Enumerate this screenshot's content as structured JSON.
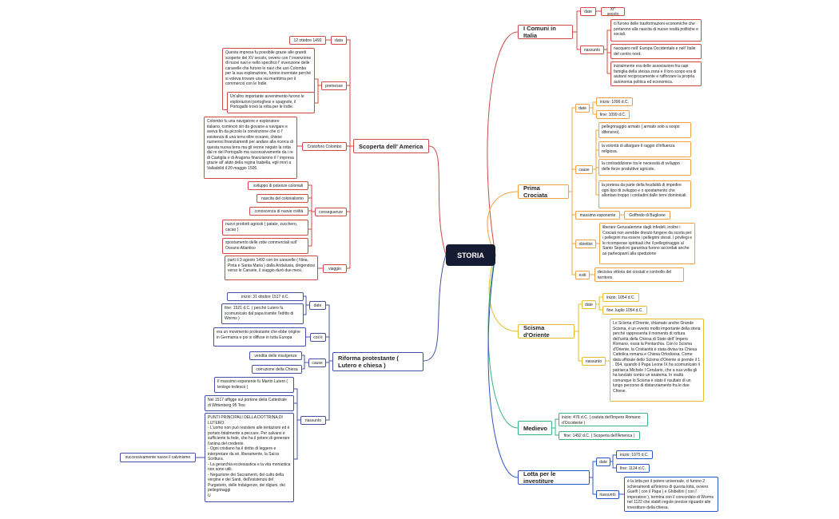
{
  "root": "STORIA",
  "colors": {
    "red": "#d04a4a",
    "orange": "#f0a040",
    "yellow": "#e3be2a",
    "green": "#39b382",
    "blue": "#2d55c8",
    "purple": "#4650a8",
    "root": "#141b33"
  },
  "comuni": {
    "title": "I Comuni in Italia",
    "date_label": "date",
    "date_value": "XI° secolo",
    "riassunto_label": "riassunto",
    "r1": "ci furono delle trasformazioni economiche che portarono alla nascita di nuove realtà politiche e sociali.",
    "r2": "nacquero nell' Europa Occidentale e nell' Italie del centro nord.",
    "r3": "inizialmente era delle associazioni fra capi famiglia della stessa zona e il loro scopo era di aiutarsi reciprocamente e rafforzare la propria autonomia politica ed economica."
  },
  "crociata": {
    "title": "Prima Crociata",
    "date_label": "date",
    "inizio": "inizio: 1096 d.C.",
    "fine": "fine: 1099 d.C.",
    "cause_label": "cause",
    "c1": "pellegrinaggio armato ( armato solo a scopo difensivo).",
    "c2": "la volontà di allargare il raggio d'influenza religiosa.",
    "c3": "la contraddizione tra le necessità di sviluppo delle forze produttive agricole.",
    "c4": "la pretesa da parte della feudalità di impedire ogni tipo di sviluppo e o spostamento che allontani troppo i contadini dalle terre dominicali.",
    "esponente_label": "massimo esponente",
    "esponente": "Goffredo di Buglione",
    "obiettivi_label": "obiettivi",
    "obiettivi": "liberare Gerusalemme dagli infedeli, inoltre i Crociati non avrebbe dovuto fungere da scorta per i pellegrini ma essere i pellegrini stessi. I privilegi e le ricompense spirituali che il pellegrinaggio al Santo Sepolcro garantiva furono accordati anche ao partecipanti alla spedizione",
    "esiti_label": "esiti",
    "esiti": "decisiva vittoria dei crociati e controllo del territorio."
  },
  "scisma": {
    "title": "Scisma d'Oriente",
    "date_label": "date",
    "inizio": "inizio: 1054 d.C.",
    "fine": "fine: luglio 1054 d.C.",
    "riassunto_label": "riassunto",
    "riassunto": "Lo Scisma d'Oriente, chiamato anche Grande Scisma, è un evento molto importante della storia perché rappresenta il momento di rottura dell'unità della Chiesa di Stato dell' Impero Romano, ossia la Pentarchia. Con lo Scisma d'Oriente, la Cristianità è stata divisa tra Chiesa Cattolica romana e Chiesa Ortodossa. Come data ufficiale dello Scisma d'Oriente si prende il 1 . 054, quando il Papa Leone IX ha scomunicato il patriarca Michele I Cerulario, che a sua volta gli ha lanciato contro un anatema. In realtà comunque lo Scisma è stato il risultato di un lungo percorso di distanziamento fra le due Chiese."
  },
  "medioevo": {
    "title": "Medievo",
    "inizio": "inizio: 476 d.C. ( caduta dell'Impero Romano d'Occidente )",
    "fine": "fine: 1492 d.C. ( Scoperta dell'America )"
  },
  "lotta": {
    "title": "Lotta per le investiture",
    "date_label": "date",
    "inizio": "inizio: 1075 d.C.",
    "fine": "fine: 1124 d.C.",
    "riassunto_label": "riassunto",
    "riassunto": "è la lotta per il potere universale, ci furono 2 schieramenti all'interno di questa lotta, ovvero Guelfi ( con il Papa ) e Ghibellini ( con l' imperatore ), termina con il concordato di Worms nel 1122 che stabilì regole precise riguardo alle investiture della chiesa."
  },
  "america": {
    "title": "Scoperta dell' America",
    "data_label": "data",
    "data_value": "12 ottobre 1492",
    "premesse_label": "premesse",
    "p1": "Questa impresa fu possibile grazie alle grandi scoperte del XV secolo, ovvero con l' invenzione di nuovi navi e nello specifico l' invenzione delle caravelle che furono le navi che usò Colombo per la sua esplorazione, furono inventate perché si voleva trovare una via marittima per il commercio con le Indie.",
    "p2": "Un'altro importante avvenimento furono le esplorazioni portoghesi e spagnole, il Portogallo trovò la rotta per le Indie.",
    "colombo_label": "Cristoforo Colombo",
    "colombo": "Colombo fu una navigatore e esploratore italiano, cominciò sin da giovane a navigare e aveva fin da piccolo la convinzione che ci l' esistenza di una terra oltre oceano, chiese numerosi finanziamenti per andare alla ricerca di questa nuova terra ma gli venne negato la rotta dal re del Portogallo ma successivamente da i re di Castiglia e di Aragona finanziarono il l' impresa grazie all' aiuto della regina Isabella, egli morì a Valladolid il 20 maggio 1506.",
    "conseguenze_label": "conseguenze",
    "k1": "sviluppo di potenze coloniali",
    "k2": "nascita del colonialismo",
    "k3": "conoscenza di nuove civiltà",
    "k4": "nuovi prodotti agricoli ( patate, zucchero, cacao )",
    "k5": "spostamento delle rotte commerciali sull' Oceano Atlantico",
    "viaggio_label": "viaggio",
    "viaggio": "partì il 3 agosto 1492 con tre caravelle ( Nina, Pinta e Santa Maria ) dalla Andalusia, dirigendosi verso le Canarie, il viaggio durò due mesi."
  },
  "riforma": {
    "title": "Riforma protestante ( Lutero e chiesa )",
    "date_label": "date",
    "inizio": "inizio: 31 ottobre 1517 d.C.",
    "fine": "fine: 1521 d.C. ( perché Lutero fu scomunicato dal papa tramite l'editto di Worms )",
    "cose_label": "cos'è",
    "cose": "era un movimento protestante che ebbe origine in Germania e poi si diffuse in tutta Europa",
    "cause_label": "cause",
    "c1": "vendita delle insulgenze",
    "c2": "corruzione della Chiesa",
    "riassunto_label": "riassunto",
    "r1": "Il massimo esponente fu Martin Lutero ( teologo tedesco )",
    "r2": "Nel 1517 affigge sul portone della Cattedrale di Wittenberg 95 Tesi",
    "r3": "PUNTI PRINCIPALI DELLA DOTTRINA DI LUTERO:\n- L'uomo non può resistere alle tentazioni ed è portato fatalmente a peccare. Per salvarsi è sufficiente la fede, che ha il potere di generare l'anima del credente.\n- Ogni cristiano ha il diritto di leggere e interpretare da sé, liberamente, la Sacra Scrittura.\n- La gerarchia ecclesiastica e la vita monastica non sono utili.\n- Negazione dei Sacramenti, del culto della vergine e dei Santi, dell'esistenza del Purgatorio, delle indulgenze, dei digiuni, dei pellegrinaggi\nU",
    "calvinismo": "successivamente nasce il calvinismo"
  }
}
